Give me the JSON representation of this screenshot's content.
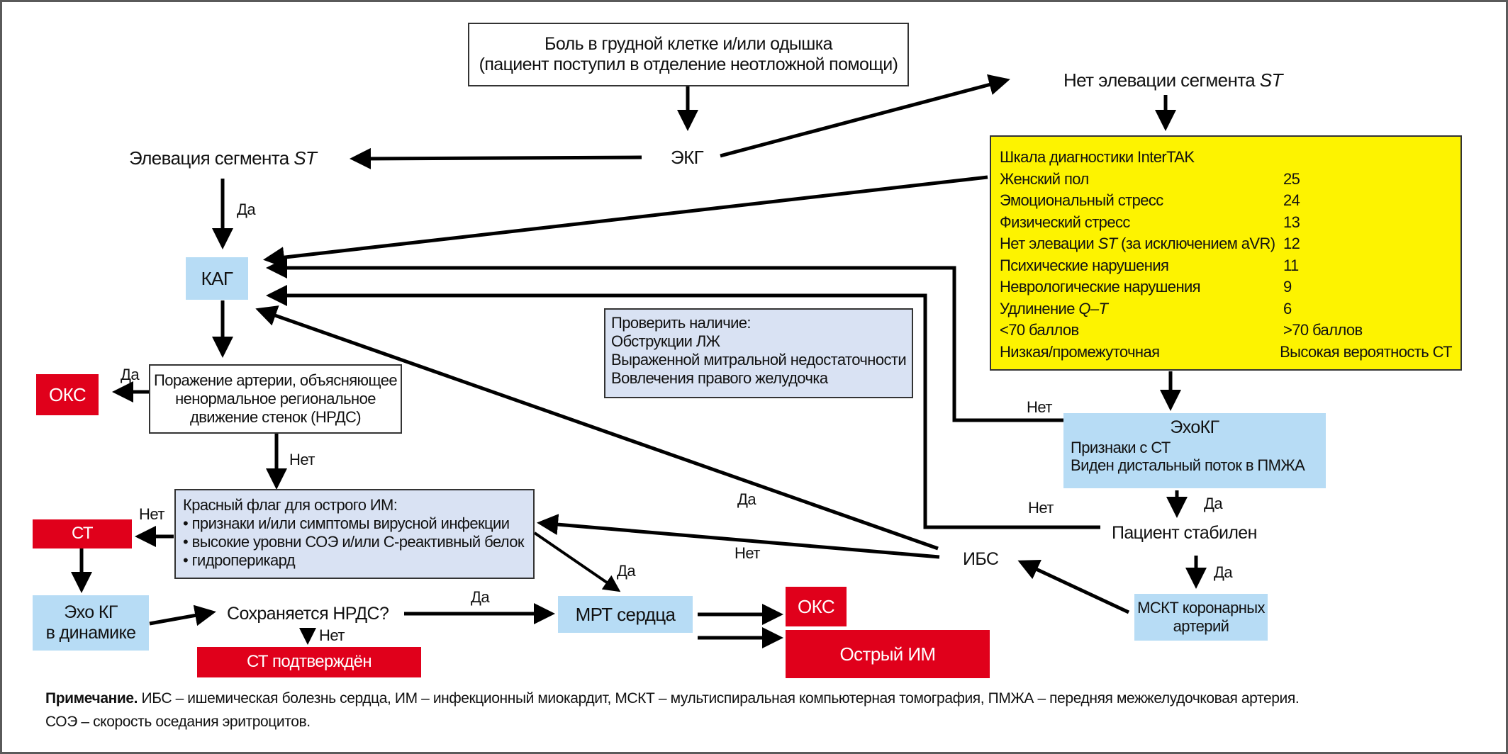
{
  "colors": {
    "frame": "#5a5a5a",
    "process_blue": "#b7dcf5",
    "info_lavender": "#d9e2f3",
    "score_yellow": "#fdf300",
    "outcome_red": "#e0001b",
    "arrow": "#000000"
  },
  "nodes": {
    "start": {
      "line1": "Боль в грудной клетке и/или одышка",
      "line2": "(пациент поступил в отделение неотложной помощи)"
    },
    "ecg": "ЭКГ",
    "st_elevation": {
      "text": "Элевация сегмента ",
      "italic": "ST"
    },
    "no_st_elevation": {
      "text": "Нет элевации сегмента ",
      "italic": "ST"
    },
    "cag": "КАГ",
    "artery_lesion": {
      "line1": "Поражение артерии, объясняющее",
      "line2": "ненормальное региональное",
      "line3": "движение стенок (НРДС)"
    },
    "oks_1": "ОКС",
    "red_flag": {
      "title": "Красный флаг для острого ИМ:",
      "items": [
        "• признаки и/или симптомы вирусной инфекции",
        "• высокие уровни СОЭ и/или С-реактивный белок",
        "• гидроперикард"
      ]
    },
    "st_box": "СТ",
    "echo_dynamic": {
      "line1": "Эхо КГ",
      "line2": "в динамике"
    },
    "nrds_persists": "Сохраняется НРДС?",
    "st_confirmed": "СТ подтверждён",
    "mri": "МРТ сердца",
    "oks_2": "ОКС",
    "acute_mi": "Острый ИМ",
    "check_box": {
      "title": "Проверить наличие:",
      "items": [
        "Обструкции ЛЖ",
        "Выраженной митральной недостаточности",
        "Вовлечения правого желудочка"
      ]
    },
    "intertak": {
      "title": "Шкала диагностики InterTAK",
      "rows": [
        {
          "label": "Женский пол",
          "italic": "",
          "suffix": "",
          "value": "25"
        },
        {
          "label": "Эмоциональный стресс",
          "italic": "",
          "suffix": "",
          "value": "24"
        },
        {
          "label": "Физический стресс",
          "italic": "",
          "suffix": "",
          "value": "13"
        },
        {
          "label": "Нет элевации ",
          "italic": "ST",
          "suffix": " (за исключением aVR)",
          "value": "12"
        },
        {
          "label": "Психические нарушения",
          "italic": "",
          "suffix": "",
          "value": "11"
        },
        {
          "label": "Неврологические нарушения",
          "italic": "",
          "suffix": "",
          "value": "9"
        },
        {
          "label": "Удлинение ",
          "italic": "Q–T",
          "suffix": "",
          "value": "6"
        },
        {
          "label": "<70 баллов",
          "italic": "",
          "suffix": "",
          "value": ">70 баллов"
        },
        {
          "label": "Низкая/промежуточная",
          "italic": "",
          "suffix": "",
          "value": "Высокая вероятность СТ"
        }
      ]
    },
    "echokg": {
      "title": "ЭхоКГ",
      "line1": "Признаки с СТ",
      "line2": "Виден дистальный поток в ПМЖА"
    },
    "patient_stable": "Пациент стабилен",
    "msct": {
      "line1": "МСКТ коронарных",
      "line2": "артерий"
    },
    "ibs": "ИБС"
  },
  "edge_labels": {
    "st_to_cag_yes": "Да",
    "lesion_to_oks_yes": "Да",
    "lesion_to_redflag_no": "Нет",
    "redflag_to_st_no": "Нет",
    "redflag_to_mri_yes": "Да",
    "nrds_to_mri_yes": "Да",
    "nrds_to_confirmed_no": "Нет",
    "echokg_to_cag_no": "Нет",
    "stable_to_cag_no": "Нет",
    "echokg_to_stable_yes": "Да",
    "stable_to_msct_yes": "Да",
    "ibs_to_cag_yes": "Да",
    "ibs_to_redflag_no": "Нет"
  },
  "note": {
    "label": "Примечание.",
    "line1": " ИБС – ишемическая болезнь сердца, ИМ – инфекционный миокардит, МСКТ – мультиспиральная компьютерная томография, ПМЖА – передняя межжелудочковая артерия.",
    "line2": "СОЭ – скорость оседания эритроцитов."
  }
}
